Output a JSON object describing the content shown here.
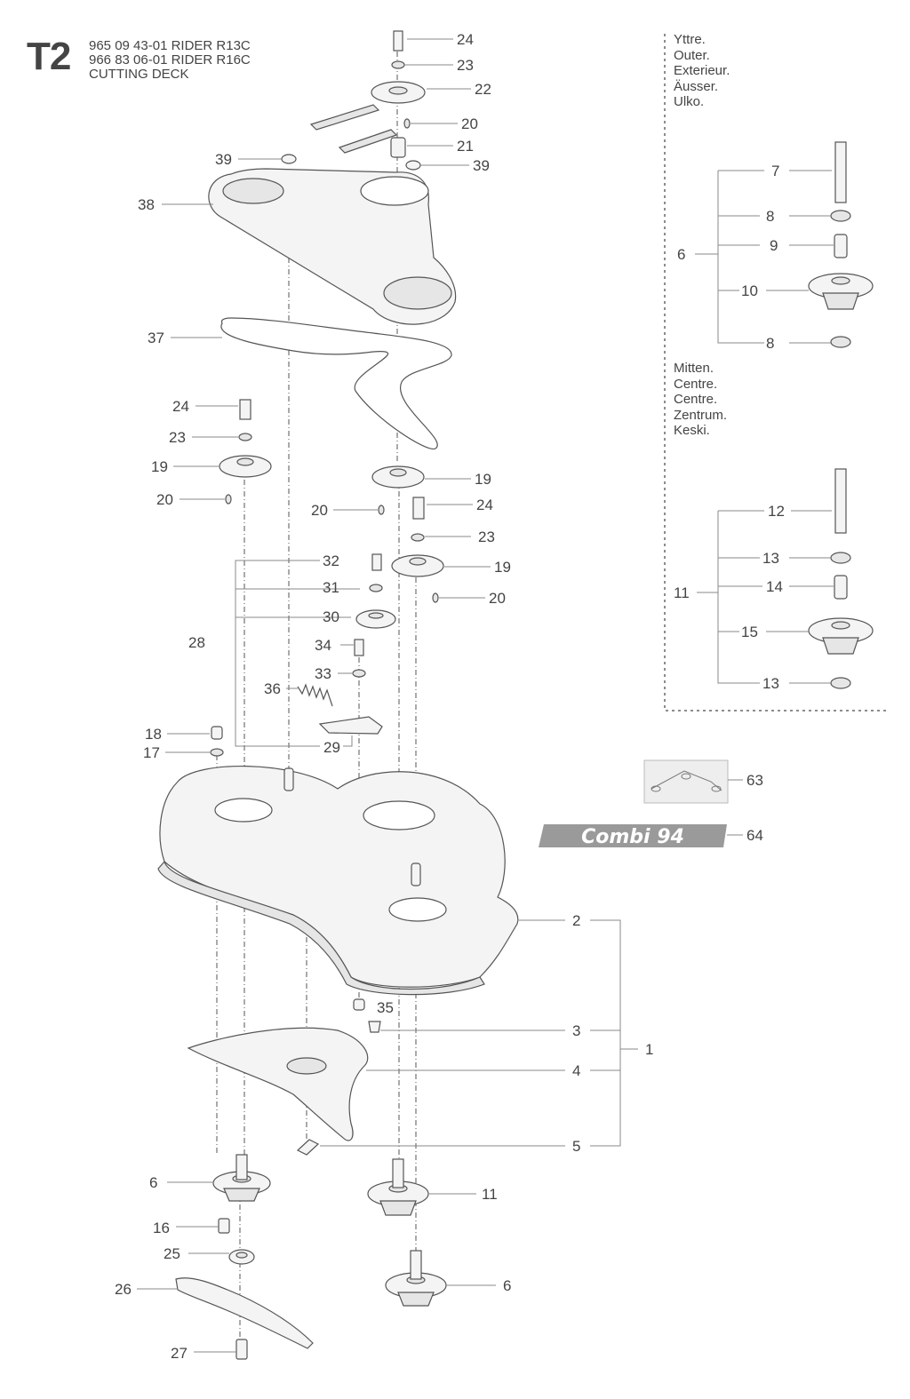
{
  "header": {
    "sheet_code": "T2",
    "lines": [
      "965 09 43-01 RIDER R13C",
      "966 83 06-01 RIDER R16C",
      "CUTTING DECK"
    ]
  },
  "regions": {
    "outer": [
      "Yttre.",
      "Outer.",
      "Exterieur.",
      "Äusser.",
      "Ulko."
    ],
    "middle": [
      "Mitten.",
      "Centre.",
      "Centre.",
      "Zentrum.",
      "Keski."
    ]
  },
  "badge": {
    "label": "Combi 94"
  },
  "callouts": {
    "c24a": "24",
    "c23a": "23",
    "c22": "22",
    "c20a": "20",
    "c21": "21",
    "c39a": "39",
    "c39b": "39",
    "c38": "38",
    "c37": "37",
    "c24b": "24",
    "c23b": "23",
    "c19a": "19",
    "c20b": "20",
    "c19b": "19",
    "c20c": "20",
    "c24c": "24",
    "c23c": "23",
    "c19c": "19",
    "c20d": "20",
    "c32": "32",
    "c31": "31",
    "c30": "30",
    "c28": "28",
    "c34": "34",
    "c33": "33",
    "c36": "36",
    "c29": "29",
    "c18": "18",
    "c17": "17",
    "c2": "2",
    "c35": "35",
    "c3": "3",
    "c4": "4",
    "c5": "5",
    "c1": "1",
    "c6a": "6",
    "c11a": "11",
    "c16": "16",
    "c25": "25",
    "c26": "26",
    "c6b": "6",
    "c27": "27",
    "c7": "7",
    "c8a": "8",
    "c9": "9",
    "c6c": "6",
    "c10": "10",
    "c8b": "8",
    "c12": "12",
    "c13a": "13",
    "c14": "14",
    "c11b": "11",
    "c15": "15",
    "c13b": "13",
    "c63": "63",
    "c64": "64"
  }
}
